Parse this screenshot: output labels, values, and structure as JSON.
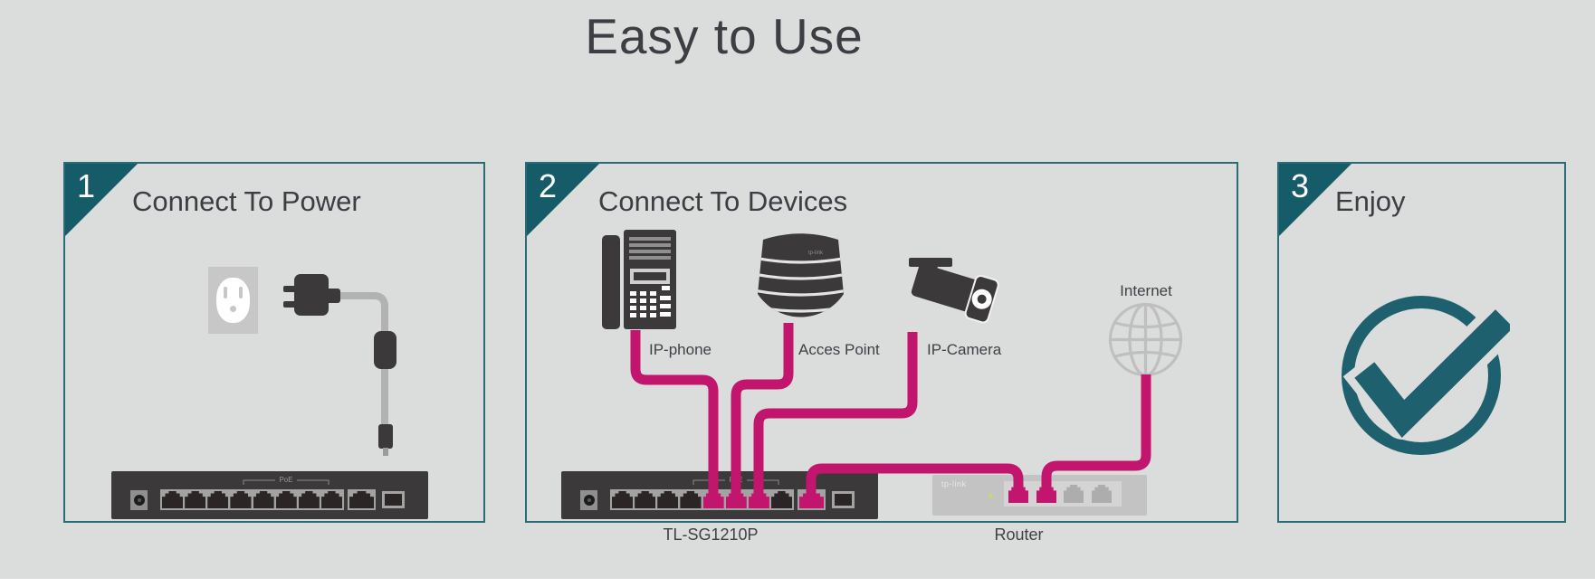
{
  "page": {
    "title": "Easy to Use"
  },
  "steps": [
    {
      "number": "1",
      "title": "Connect To Power"
    },
    {
      "number": "2",
      "title": "Connect To Devices"
    },
    {
      "number": "3",
      "title": "Enjoy"
    }
  ],
  "devices": {
    "phone_label": "IP-phone",
    "ap_label": "Acces Point",
    "camera_label": "IP-Camera",
    "internet_label": "Internet",
    "switch_model": "TL-SG1210P",
    "router_label": "Router",
    "brand": "tp-link"
  },
  "switch": {
    "poe_label": "PoE"
  },
  "colors": {
    "accent_teal": "#155b68",
    "card_border": "#2a6c75",
    "cable_pink": "#c2156d",
    "check_teal": "#1e606e",
    "device_dark": "#3b393a",
    "background": "#dbdcdc"
  }
}
